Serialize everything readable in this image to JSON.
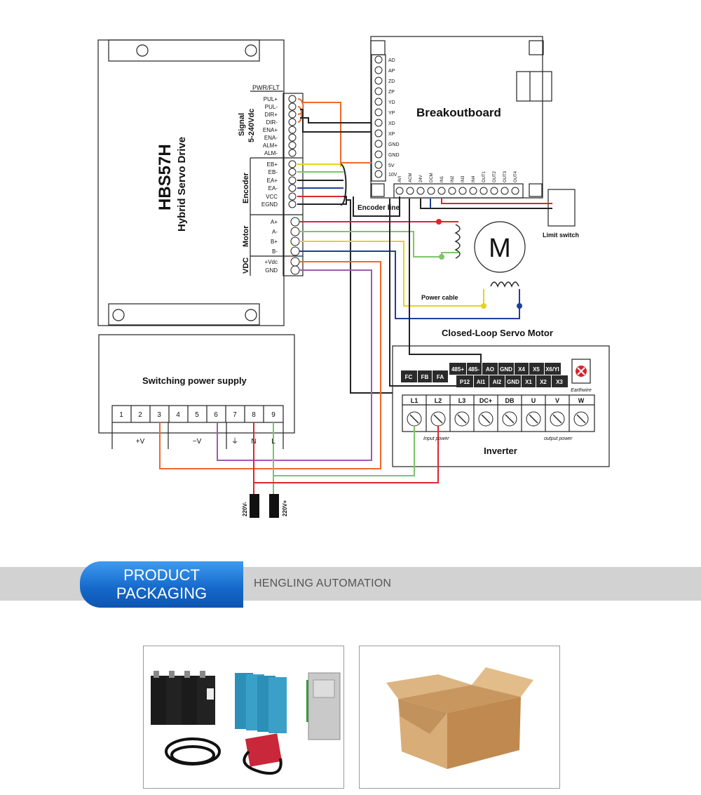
{
  "driver": {
    "model": "HBS57H",
    "subtitle": "Hybrid Servo Drive",
    "header": "PWR/FLT",
    "groups": {
      "signal_1": "Signal",
      "signal_2": "5-240Vdc",
      "encoder": "Encoder",
      "motor": "Motor",
      "vdc": "VDC"
    },
    "signal_pins": [
      "PUL+",
      "PUL-",
      "DIR+",
      "DIR-",
      "ENA+",
      "ENA-",
      "ALM+",
      "ALM-"
    ],
    "encoder_pins": [
      "EB+",
      "EB-",
      "EA+",
      "EA-",
      "VCC",
      "EGND"
    ],
    "motor_pins": [
      "A+",
      "A-",
      "B+",
      "B-"
    ],
    "vdc_pins": [
      "+Vdc",
      "GND"
    ]
  },
  "breakout": {
    "title": "Breakoutboard",
    "left_pins": [
      "AD",
      "AP",
      "ZD",
      "ZP",
      "YD",
      "YP",
      "XD",
      "XP",
      "GND",
      "GND",
      "5V",
      "10V"
    ],
    "bottom_pins": [
      "AVI",
      "ACM",
      "24V",
      "DCM",
      "IN1",
      "IN2",
      "IN3",
      "IN4",
      "OUT1",
      "OUT2",
      "OUT3",
      "OUT4"
    ],
    "encoder_line": "Encoder line",
    "limit_switch": "Limit switch"
  },
  "motor": {
    "symbol": "M",
    "power_cable": "Power cable",
    "title": "Closed-Loop Servo Motor"
  },
  "psu": {
    "title": "Switching power supply",
    "terminals": [
      "1",
      "2",
      "3",
      "4",
      "5",
      "6",
      "7",
      "8",
      "9"
    ],
    "labels": [
      "+V",
      "−V",
      "⏚",
      "N",
      "L"
    ]
  },
  "mains": {
    "left": "220V-",
    "right": "220V+"
  },
  "inverter": {
    "title": "Inverter",
    "row1_left": [
      "FC",
      "FB",
      "FA"
    ],
    "row1_right": [
      "485+",
      "485-",
      "AO",
      "GND",
      "X4",
      "X5",
      "X6/YI"
    ],
    "row2": [
      "P12",
      "AI1",
      "AI2",
      "GND",
      "X1",
      "X2",
      "X3"
    ],
    "power_terminals": [
      "L1",
      "L2",
      "L3",
      "DC+",
      "DB",
      "U",
      "V",
      "W"
    ],
    "input_power": "Input power",
    "output_power": "output power",
    "earthwire": "Earthwire"
  },
  "banner": {
    "line1": "PRODUCT",
    "line2": "PACKAGING",
    "company": "HENGLING AUTOMATION"
  },
  "colors": {
    "wire_red": "#e0242c",
    "wire_orange": "#ee6a2a",
    "wire_green": "#7ec46a",
    "wire_yellow": "#e5d41e",
    "wire_blue": "#1f3f9a",
    "wire_purple": "#a05ab0",
    "wire_brown": "#8c4a2a",
    "banner_blue": "#1467c9",
    "banner_gray": "#d2d2d2"
  }
}
